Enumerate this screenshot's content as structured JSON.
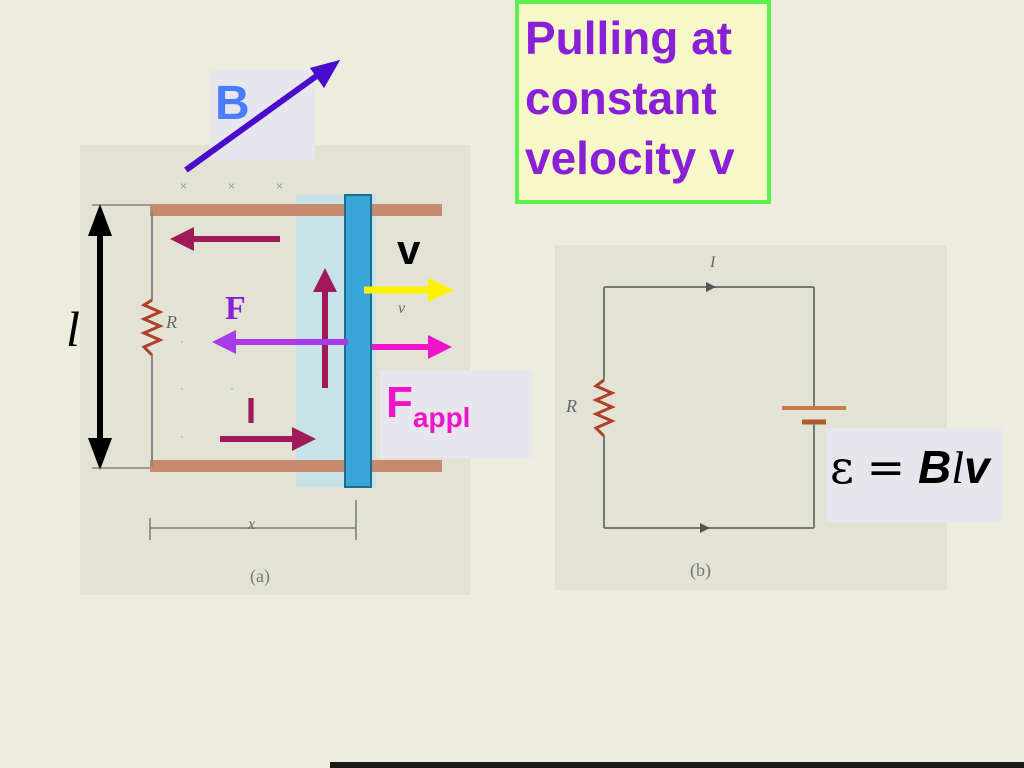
{
  "title": {
    "line1": "Pulling at",
    "line2": "constant",
    "line3": "velocity v"
  },
  "labels": {
    "B": "B",
    "v": "v",
    "l": "l",
    "F": "F",
    "I": "I",
    "Fappl_main": "F",
    "Fappl_sub": "appl"
  },
  "equation": {
    "epsilon": "ε",
    "equals": "=",
    "B": "B",
    "l": "l",
    "v": "v"
  },
  "figure_a": {
    "caption": "(a)",
    "resistor": "R",
    "length_x": "x",
    "velocity": "v"
  },
  "figure_b": {
    "caption": "(b)",
    "resistor": "R",
    "current": "I"
  },
  "colors": {
    "title_text": "#8a1fd8",
    "title_border": "#5ef04c",
    "B_text": "#4a7cff",
    "B_arrow": "#4a0ccc",
    "F_arrow": "#a93ae8",
    "I_arrow": "#a01a5a",
    "v_arrow": "#fff200",
    "Fappl_arrow": "#ef14c8",
    "rail": "#c88a6c",
    "bar": "#3aa6d8"
  }
}
